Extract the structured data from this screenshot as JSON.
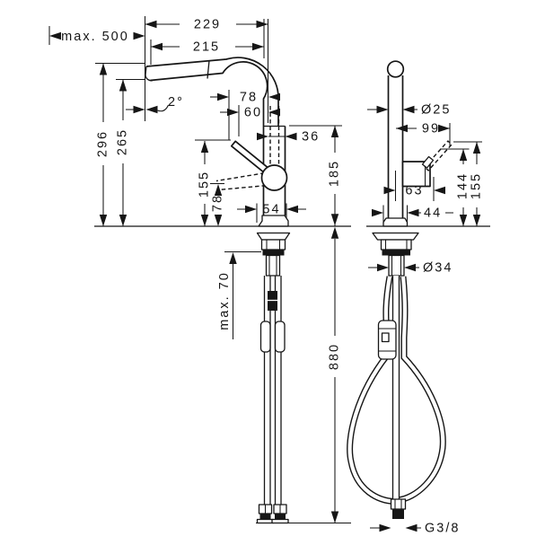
{
  "dims": {
    "front": {
      "projection": "229",
      "reach": "215",
      "pullout_max": "max. 500",
      "spout_angle": "2°",
      "height_total": "296",
      "height_outlet": "265",
      "lever_offset_a": "78",
      "lever_offset_b": "60",
      "body_offset": "36",
      "lever_up_height": "155",
      "lever_down_height": "78",
      "base_width": "54",
      "outlet_height": "185",
      "counter_max": "max. 70",
      "hose_length": "880"
    },
    "side": {
      "column_diameter": "Ø25",
      "lever_reach": "99",
      "body_depth": "63",
      "pivot_height": "144",
      "lever_tip_height": "155",
      "base_depth": "44",
      "hole_diameter": "Ø34",
      "thread_size": "G3/8"
    }
  }
}
